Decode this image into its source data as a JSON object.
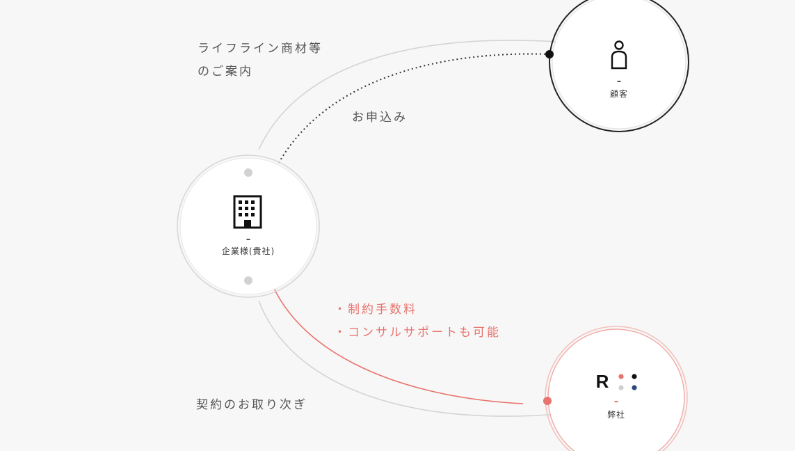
{
  "flow": {
    "top_line1": "ライフライン商材等",
    "top_line2": "のご案内",
    "apply": "お申込み",
    "red_line1": "・制約手数料",
    "red_line2": "・コンサルサポートも可能",
    "bottom": "契約のお取り次ぎ"
  },
  "nodes": {
    "customer": "顧客",
    "company": "企業様(貴社)",
    "ours": "弊社",
    "ours_logo_letter": "R"
  },
  "colors": {
    "accent_red": "#e8746e",
    "dark": "#222222",
    "gray_line": "#cfcfcf",
    "navy_dot": "#2a4a7a"
  }
}
